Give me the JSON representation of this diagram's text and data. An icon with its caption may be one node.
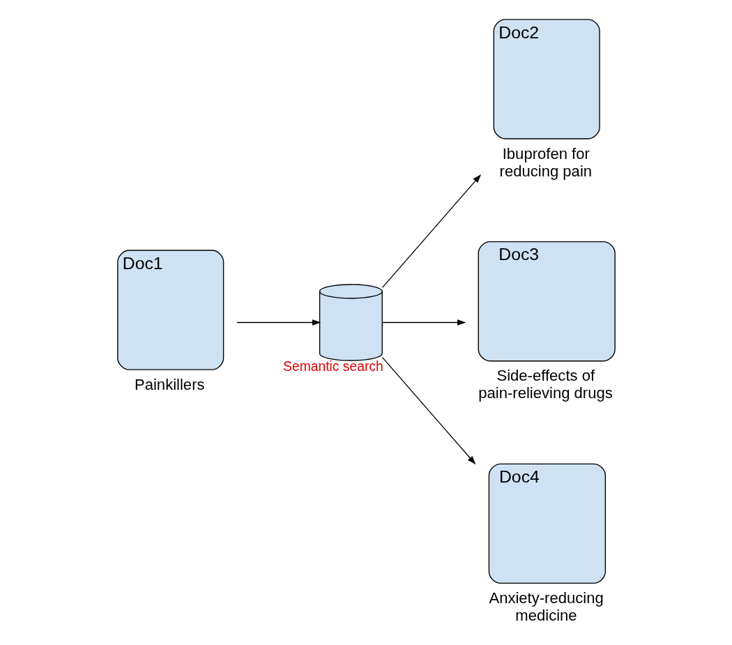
{
  "diagram": {
    "nodes": [
      {
        "text": [
          "Doc1"
        ],
        "beside": [
          "Painkillers"
        ]
      },
      {
        "text": [],
        "shape": "cylinder",
        "beside": [
          "Semantic search"
        ]
      },
      {
        "text": [
          "Doc2"
        ],
        "beside": [
          "Ibuprofen for reducing pain"
        ]
      },
      {
        "text": [
          "Doc3"
        ],
        "beside": [
          "Side-effects of pain-relieving drugs"
        ]
      },
      {
        "text": [
          "Doc4"
        ],
        "beside": [
          "Anxiety-reducing medicine"
        ]
      }
    ],
    "edges": [
      {
        "from": 0,
        "to": 1,
        "arrow": "to"
      },
      {
        "from": 1,
        "to": 2,
        "arrow": "to"
      },
      {
        "from": 1,
        "to": 3,
        "arrow": "to"
      },
      {
        "from": 1,
        "to": 4,
        "arrow": "to"
      }
    ]
  }
}
